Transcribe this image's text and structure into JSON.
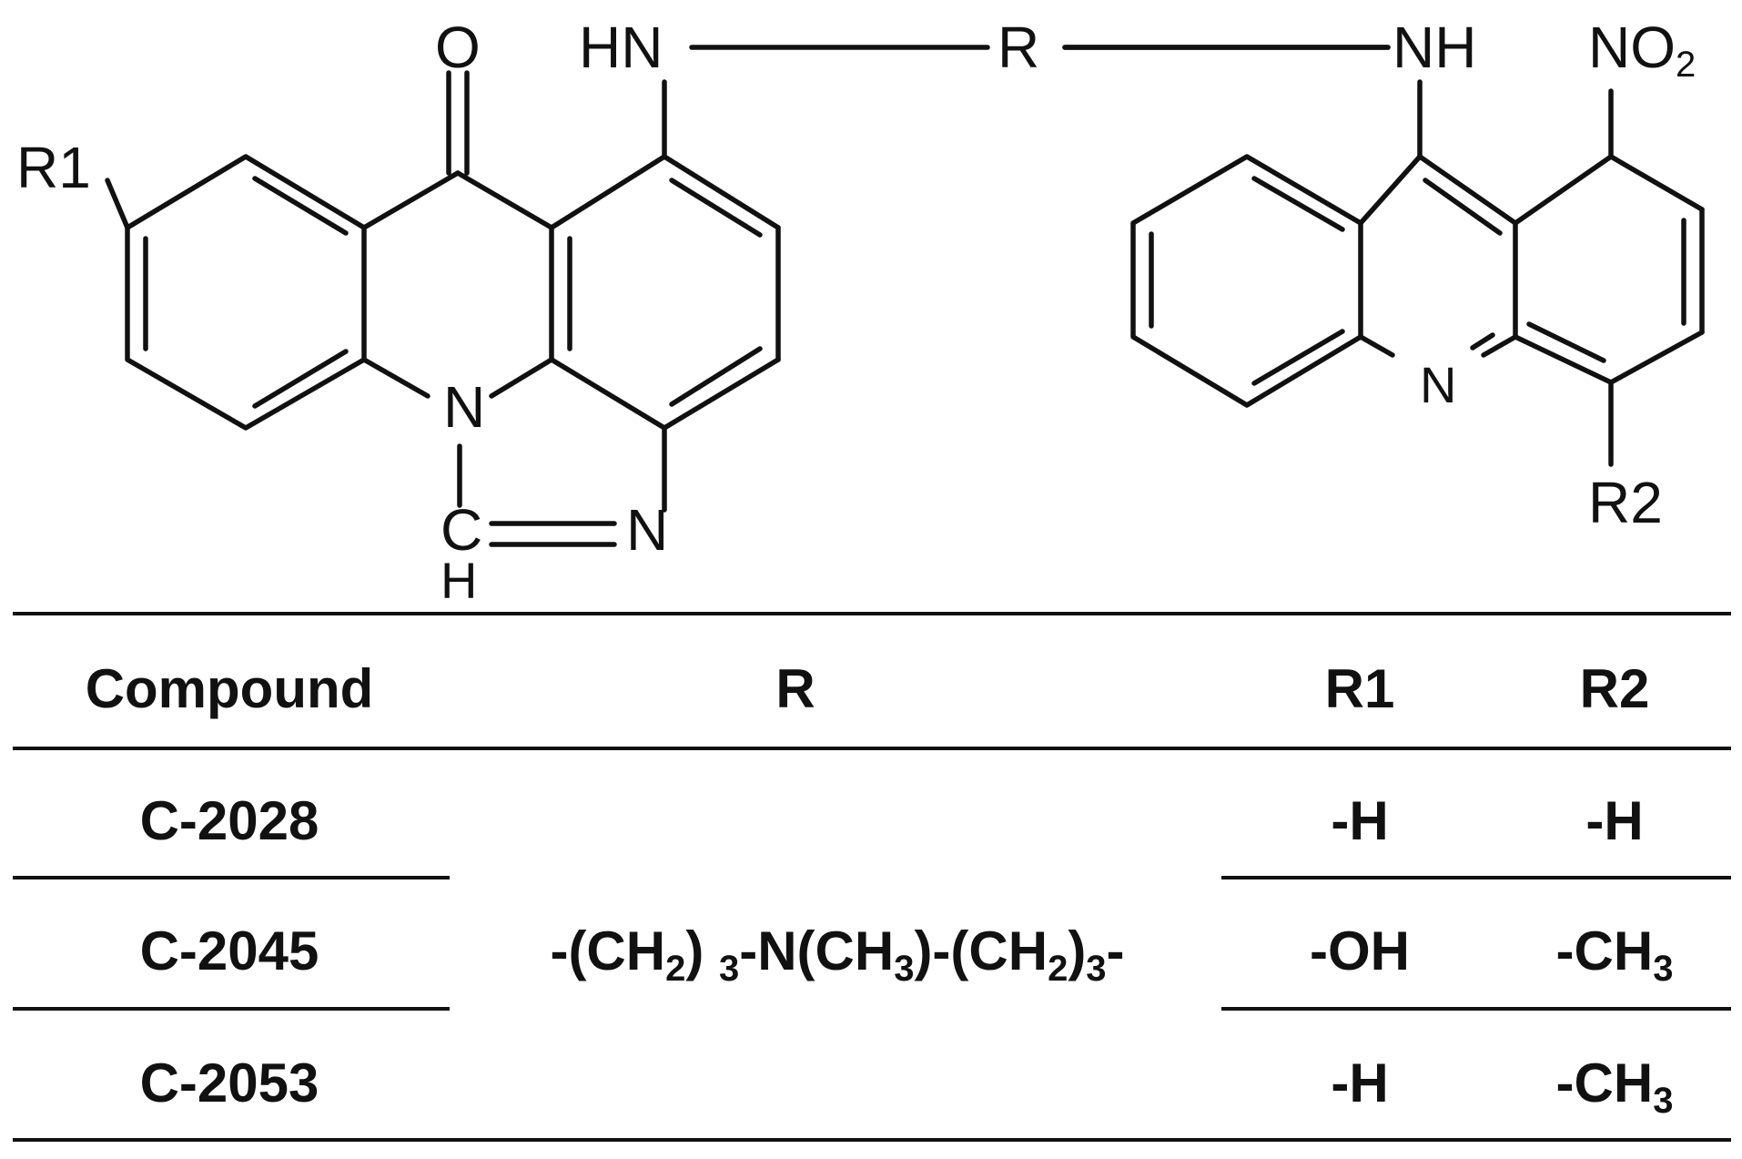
{
  "structure": {
    "left_core": {
      "carbonyl_o": "O",
      "hn": "HN",
      "r1": "R1",
      "n_ring": "N",
      "n_imine": "N",
      "c": "C",
      "h": "H"
    },
    "linker": {
      "r": "R"
    },
    "right_core": {
      "nh": "NH",
      "no2_main": "NO",
      "no2_sub": "2",
      "n_ring": "N",
      "r2": "R2"
    }
  },
  "table": {
    "headers": {
      "compound": "Compound",
      "r": "R",
      "r1": "R1",
      "r2": "R2"
    },
    "r_value": {
      "p1": "-(CH",
      "s1": "2",
      "p2": ") ",
      "s2": "3",
      "p3": "-N(CH",
      "s3": "3",
      "p4": ")-(CH",
      "s4": "2",
      "p5": ")",
      "s5": "3",
      "p6": "-"
    },
    "rows": [
      {
        "compound": "C-2028",
        "r1": "-H",
        "r2_main": "-H",
        "r2_sub": ""
      },
      {
        "compound": "C-2045",
        "r1": "-OH",
        "r2_main": "-CH",
        "r2_sub": "3"
      },
      {
        "compound": "C-2053",
        "r1": "-H",
        "r2_main": "-CH",
        "r2_sub": "3"
      }
    ]
  }
}
